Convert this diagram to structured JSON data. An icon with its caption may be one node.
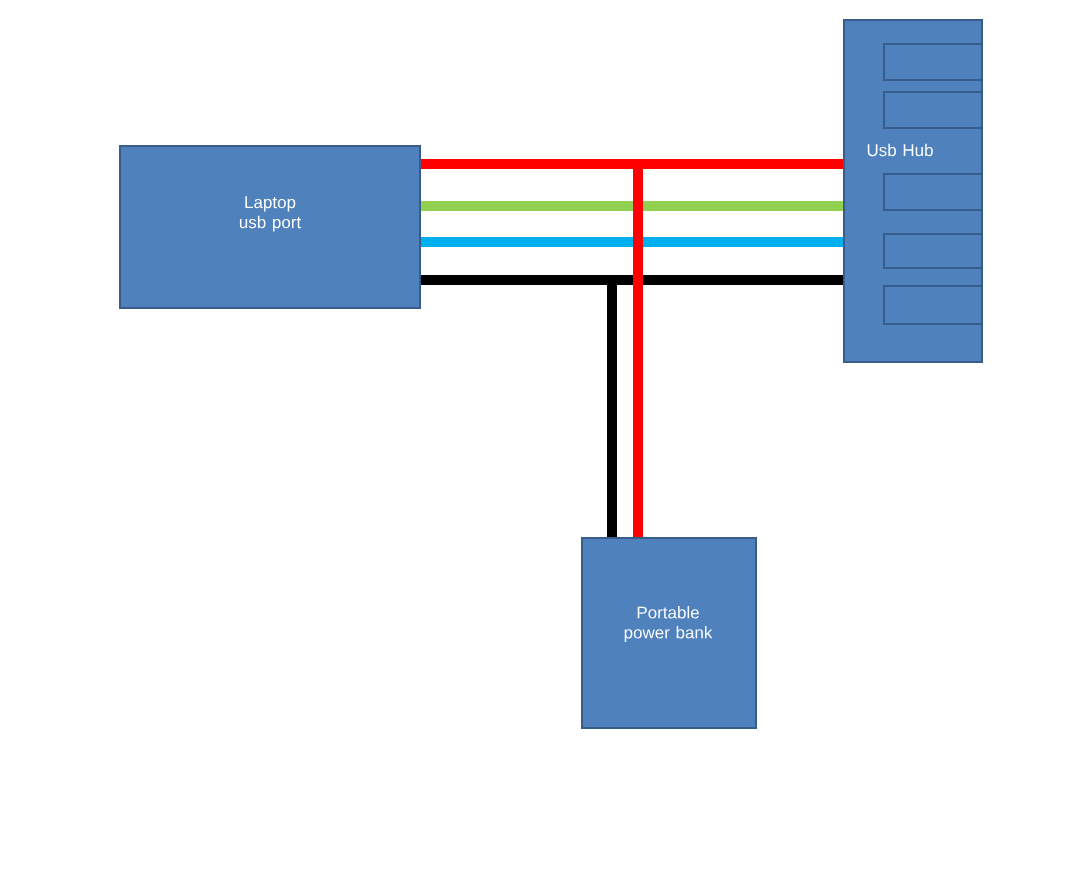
{
  "diagram": {
    "nodes": [
      {
        "text": [
          "Laptop usb port"
        ]
      },
      {
        "text": [
          "Usb Hub"
        ]
      },
      {
        "text": [
          "Portable power bank"
        ]
      }
    ],
    "edges": [
      {
        "from": 0,
        "to": 1,
        "arrow": "none",
        "color": "#ff0000"
      },
      {
        "from": 0,
        "to": 1,
        "arrow": "none",
        "color": "#92d050"
      },
      {
        "from": 0,
        "to": 1,
        "arrow": "none",
        "color": "#00b0f0"
      },
      {
        "from": 0,
        "to": 1,
        "arrow": "none",
        "color": "#000000"
      },
      {
        "from": 2,
        "to": 1,
        "arrow": "none",
        "color": "#ff0000"
      },
      {
        "from": 2,
        "to": 0,
        "arrow": "none",
        "color": "#000000"
      }
    ]
  }
}
